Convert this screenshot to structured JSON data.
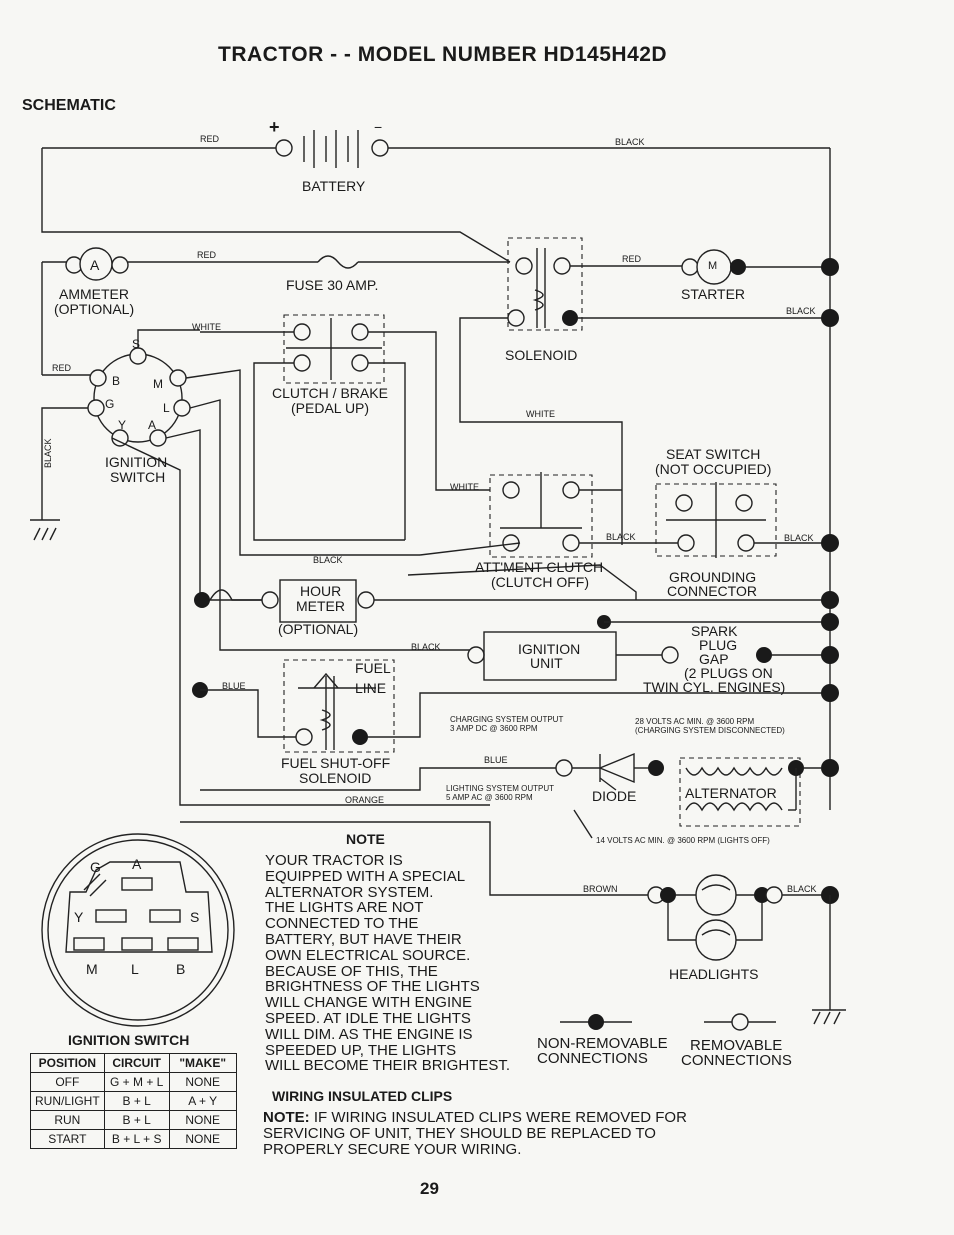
{
  "title": "TRACTOR - - MODEL NUMBER HD145H42D",
  "section": "SCHEMATIC",
  "components": {
    "battery": "BATTERY",
    "battery_plus": "+",
    "battery_minus": "−",
    "ammeter": "AMMETER",
    "ammeter_opt": "(OPTIONAL)",
    "ammeter_letter": "A",
    "fuse": "FUSE 30 AMP.",
    "starter": "STARTER",
    "starter_letter": "M",
    "solenoid": "SOLENOID",
    "clutch_brake_1": "CLUTCH / BRAKE",
    "clutch_brake_2": "(PEDAL UP)",
    "ignition_switch_1": "IGNITION",
    "ignition_switch_2": "SWITCH",
    "seat_switch_1": "SEAT SWITCH",
    "seat_switch_2": "(NOT OCCUPIED)",
    "attment_clutch_1": "ATT'MENT CLUTCH",
    "attment_clutch_2": "(CLUTCH OFF)",
    "grounding_1": "GROUNDING",
    "grounding_2": "CONNECTOR",
    "hour_meter_1": "HOUR",
    "hour_meter_2": "METER",
    "hour_meter_opt": "(OPTIONAL)",
    "ignition_unit_1": "IGNITION",
    "ignition_unit_2": "UNIT",
    "spark_1": "SPARK",
    "spark_2": "PLUG",
    "spark_3": "GAP",
    "spark_4": "(2 PLUGS ON",
    "spark_5": "TWIN CYL. ENGINES)",
    "fuel_1": "FUEL",
    "fuel_2": "LINE",
    "fuel_sol_1": "FUEL SHUT-OFF",
    "fuel_sol_2": "SOLENOID",
    "diode": "DIODE",
    "alternator": "ALTERNATOR",
    "headlights": "HEADLIGHTS"
  },
  "switch_letters": {
    "s": "S",
    "b": "B",
    "m": "M",
    "g": "G",
    "l": "L",
    "y": "Y",
    "a": "A"
  },
  "wires": {
    "red1": "RED",
    "black1": "BLACK",
    "red2": "RED",
    "red3": "RED",
    "white1": "WHITE",
    "red4": "RED",
    "black2": "BLACK",
    "black_left": "BLACK",
    "white2": "WHITE",
    "white3": "WHITE",
    "black3": "BLACK",
    "black4": "BLACK",
    "black5": "BLACK",
    "black6": "BLACK",
    "blue1": "BLUE",
    "blue2": "BLUE",
    "orange": "ORANGE",
    "brown": "BROWN",
    "black7": "BLACK"
  },
  "specs": {
    "charging_1": "CHARGING SYSTEM OUTPUT",
    "charging_2": "3 AMP DC @ 3600 RPM",
    "volts28_1": "28 VOLTS AC MIN. @ 3600 RPM",
    "volts28_2": "(CHARGING SYSTEM DISCONNECTED)",
    "lighting_1": "LIGHTING SYSTEM OUTPUT",
    "lighting_2": "5 AMP AC @ 3600 RPM",
    "volts14": "14 VOLTS AC MIN. @ 3600 RPM (LIGHTS OFF)"
  },
  "note": {
    "heading": "NOTE",
    "lines": [
      "YOUR TRACTOR IS",
      "EQUIPPED WITH A SPECIAL",
      "ALTERNATOR SYSTEM.",
      "THE LIGHTS ARE NOT",
      "CONNECTED TO THE",
      "BATTERY, BUT HAVE THEIR",
      "OWN ELECTRICAL SOURCE.",
      "BECAUSE OF THIS, THE",
      "BRIGHTNESS OF THE LIGHTS",
      "WILL CHANGE WITH ENGINE",
      "SPEED.  AT IDLE THE LIGHTS",
      "WILL DIM.  AS THE ENGINE IS",
      "SPEEDED UP, THE LIGHTS",
      "WILL BECOME THEIR BRIGHTEST."
    ]
  },
  "legend": {
    "non_removable_1": "NON-REMOVABLE",
    "non_removable_2": "CONNECTIONS",
    "removable_1": "REMOVABLE",
    "removable_2": "CONNECTIONS"
  },
  "plug_diagram": {
    "g": "G",
    "a": "A",
    "y": "Y",
    "s": "S",
    "m": "M",
    "l": "L",
    "b": "B"
  },
  "ignition_table": {
    "heading": "IGNITION SWITCH",
    "columns": [
      "POSITION",
      "CIRCUIT",
      "\"MAKE\""
    ],
    "rows": [
      [
        "OFF",
        "G + M + L",
        "NONE"
      ],
      [
        "RUN/LIGHT",
        "B + L",
        "A + Y"
      ],
      [
        "RUN",
        "B + L",
        "NONE"
      ],
      [
        "START",
        "B + L + S",
        "NONE"
      ]
    ]
  },
  "clips": {
    "heading": "WIRING INSULATED CLIPS",
    "note_label": "NOTE:",
    "line1": " IF WIRING INSULATED CLIPS WERE REMOVED FOR",
    "line2": "SERVICING OF UNIT, THEY SHOULD BE REPLACED TO",
    "line3": "PROPERLY SECURE YOUR WIRING."
  },
  "page_number": "29"
}
